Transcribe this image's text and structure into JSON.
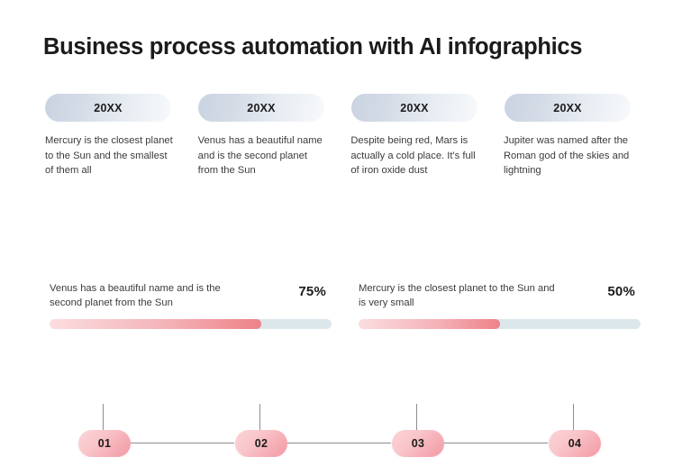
{
  "title": "Business process automation with AI infographics",
  "colors": {
    "title_text": "#1b1b1b",
    "body_text": "#3b3b3b",
    "badge_gradient_start": "#c9d3e0",
    "badge_gradient_end": "#f7f9fb",
    "pill_gradient_start": "#fbd4d6",
    "pill_gradient_end": "#f29ba6",
    "progress_track": "#dce7ec",
    "progress_fill_end": "#ee8289",
    "timeline_line": "#8d8d8d",
    "background": "#ffffff"
  },
  "columns": [
    {
      "year": "20XX",
      "description": "Mercury is the closest planet to the Sun and the smallest of them all",
      "step_number": "01"
    },
    {
      "year": "20XX",
      "description": "Venus has a beautiful name and is the second planet from the Sun",
      "step_number": "02"
    },
    {
      "year": "20XX",
      "description": "Despite being red, Mars is actually a cold place. It's full of iron oxide dust",
      "step_number": "03"
    },
    {
      "year": "20XX",
      "description": "Jupiter was named after the Roman god of the skies and lightning",
      "step_number": "04"
    }
  ],
  "progress": [
    {
      "label": "Venus has a beautiful name and is the second planet from the Sun",
      "percent_label": "75%",
      "percent_value": 75
    },
    {
      "label": "Mercury is the closest planet to the Sun and is very small",
      "percent_label": "50%",
      "percent_value": 50
    }
  ],
  "chart_data": {
    "type": "bar",
    "title": "Business process automation with AI infographics",
    "categories": [
      "Venus has a beautiful name and is the second planet from the Sun",
      "Mercury is the closest planet to the Sun and is very small"
    ],
    "values": [
      75,
      50
    ],
    "xlabel": "",
    "ylabel": "",
    "ylim": [
      0,
      100
    ],
    "legend": [],
    "grid": false
  }
}
